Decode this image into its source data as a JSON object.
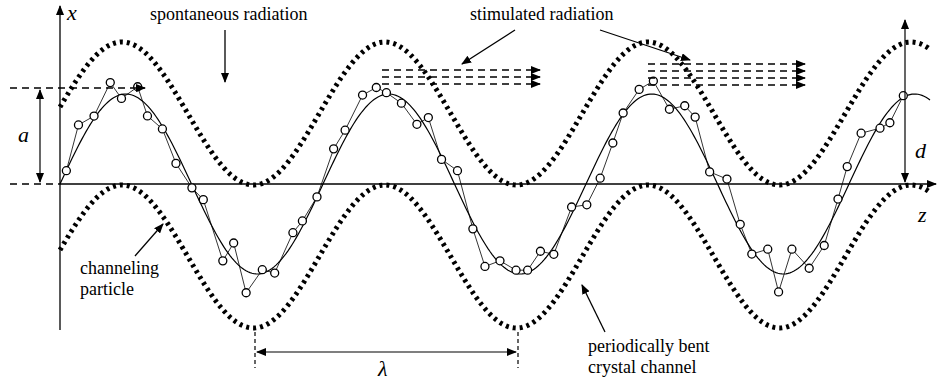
{
  "diagram": {
    "labels": [
      "x",
      "spontaneous radiation",
      "stimulated radiation",
      "a",
      "d",
      "z",
      "channeling particle",
      "λ",
      "periodically bent crystal channel"
    ]
  }
}
